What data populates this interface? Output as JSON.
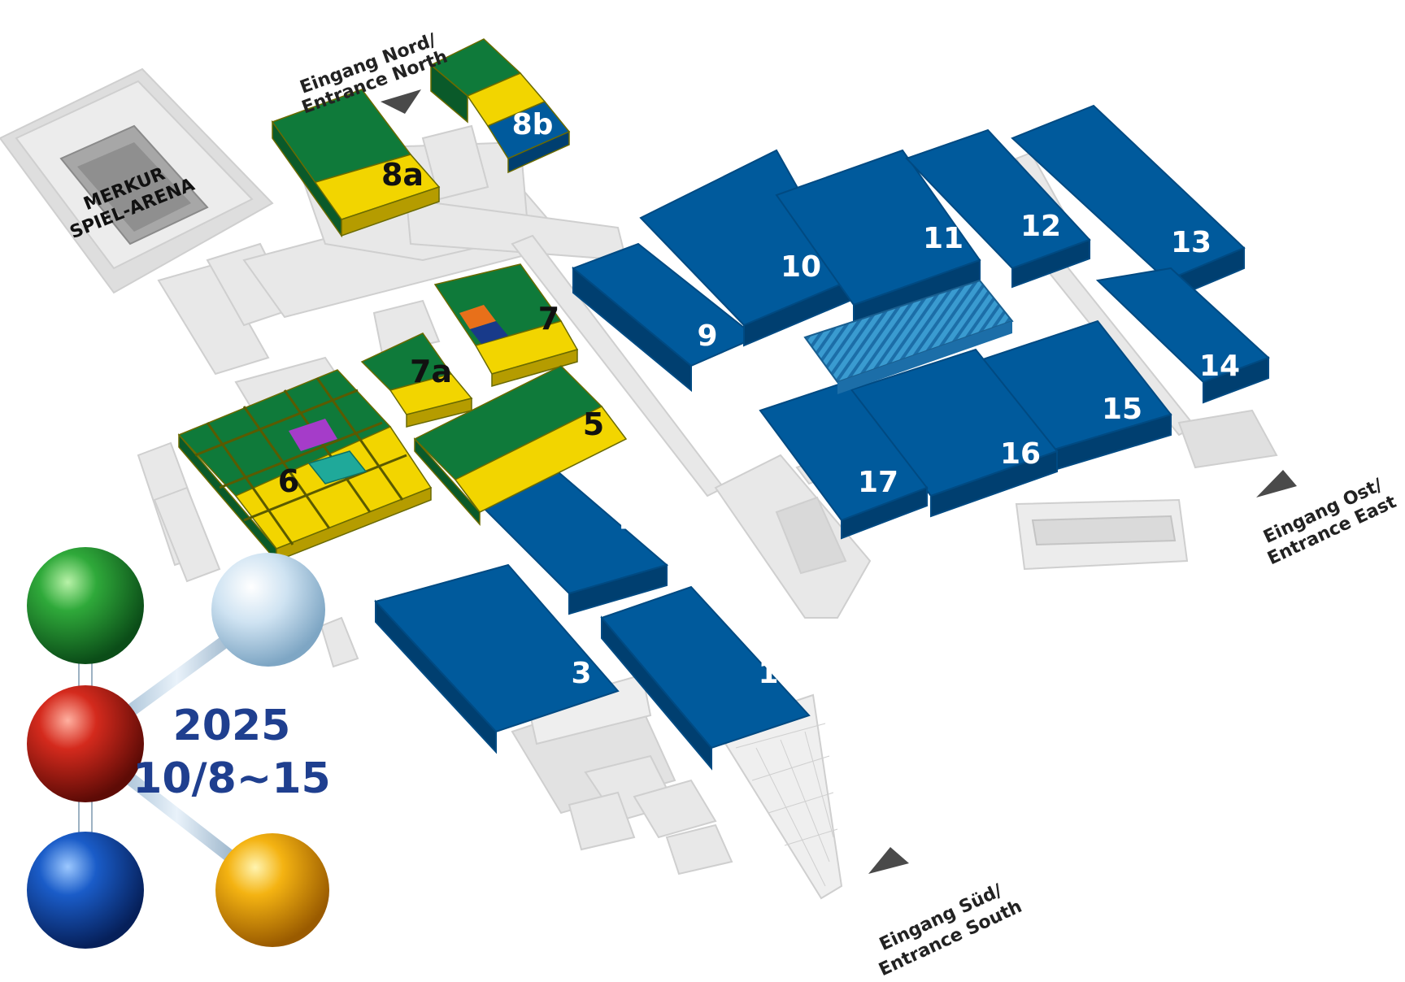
{
  "colors": {
    "hall_blue": "#005a9c",
    "hall_green": "#0f7a3a",
    "hall_yellow": "#f2d500",
    "ground": "#e6e6e6",
    "ground_shadow": "#cfcfcf",
    "arrow": "#4a4a4a",
    "purple": "#a53cc9",
    "teal": "#1fa99a",
    "orange": "#e8701a",
    "navy": "#183a8a"
  },
  "arena": {
    "line1": "MERKUR",
    "line2": "SPIEL-ARENA"
  },
  "halls": [
    {
      "id": "1",
      "label": "1",
      "color": "blue"
    },
    {
      "id": "3",
      "label": "3",
      "color": "blue"
    },
    {
      "id": "4",
      "label": "4",
      "color": "blue"
    },
    {
      "id": "5",
      "label": "5",
      "color": "green-yellow"
    },
    {
      "id": "6",
      "label": "6",
      "color": "green-yellow"
    },
    {
      "id": "7",
      "label": "7",
      "color": "green-yellow"
    },
    {
      "id": "7a",
      "label": "7a",
      "color": "green-yellow"
    },
    {
      "id": "8a",
      "label": "8a",
      "color": "green-yellow"
    },
    {
      "id": "8b",
      "label": "8b",
      "color": "green-yellow-blue"
    },
    {
      "id": "9",
      "label": "9",
      "color": "blue"
    },
    {
      "id": "10",
      "label": "10",
      "color": "blue"
    },
    {
      "id": "11",
      "label": "11",
      "color": "blue"
    },
    {
      "id": "12",
      "label": "12",
      "color": "blue"
    },
    {
      "id": "13",
      "label": "13",
      "color": "blue"
    },
    {
      "id": "14",
      "label": "14",
      "color": "blue"
    },
    {
      "id": "15",
      "label": "15",
      "color": "blue"
    },
    {
      "id": "16",
      "label": "16",
      "color": "blue"
    },
    {
      "id": "17",
      "label": "17",
      "color": "blue"
    }
  ],
  "entrances": {
    "north": {
      "line1": "Eingang Nord/",
      "line2": "Entrance North"
    },
    "east": {
      "line1": "Eingang Ost/",
      "line2": "Entrance East"
    },
    "south": {
      "line1": "Eingang Süd/",
      "line2": "Entrance South"
    }
  },
  "logo": {
    "year": "2025",
    "dates": "10/8~15",
    "icon": "k-fair-molecule-icon"
  }
}
